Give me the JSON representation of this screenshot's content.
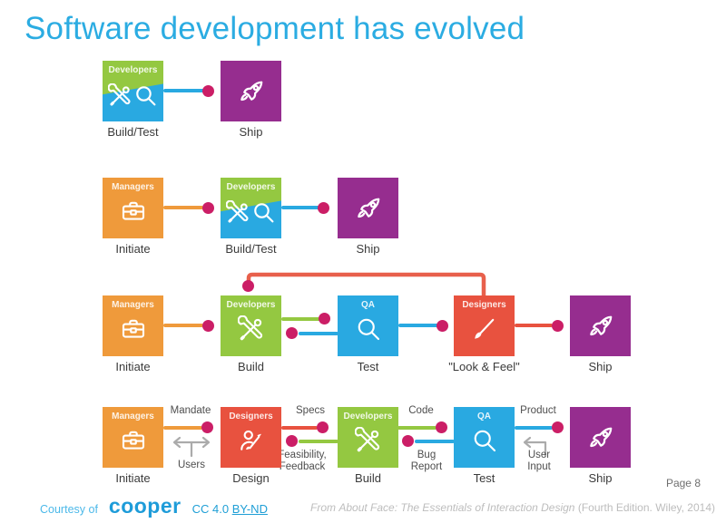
{
  "title": "Software development has evolved",
  "page_label": "Page 8",
  "palette": {
    "title_blue": "#2BACE2",
    "managers_orange": "#EF9A3B",
    "developers_green": "#94C841",
    "qa_blue": "#29A9E1",
    "designers_red": "#E8523F",
    "ship_purple": "#962D8F",
    "connector_dot_pink": "#CB1E66",
    "feedback_line_red": "#E8604C",
    "gray_arrow": "#ABABAB"
  },
  "icon_names": {
    "managers": "briefcase-icon",
    "developers": "crossed-tools-icon",
    "qa": "magnifier-icon",
    "designers_look_feel": "paintbrush-icon",
    "designers_process": "person-with-pen-icon",
    "ship": "rocket-icon",
    "users_exchange": "left-right-arrow-icon",
    "user_input": "return-arrow-icon"
  },
  "rows": [
    {
      "nodes": [
        {
          "role": "Developers",
          "label": "Build/Test"
        },
        {
          "role": "",
          "label": "Ship"
        }
      ]
    },
    {
      "nodes": [
        {
          "role": "Managers",
          "label": "Initiate"
        },
        {
          "role": "Developers",
          "label": "Build/Test"
        },
        {
          "role": "",
          "label": "Ship"
        }
      ]
    },
    {
      "nodes": [
        {
          "role": "Managers",
          "label": "Initiate"
        },
        {
          "role": "Developers",
          "label": "Build"
        },
        {
          "role": "QA",
          "label": "Test"
        },
        {
          "role": "Designers",
          "label": "\"Look & Feel\""
        },
        {
          "role": "",
          "label": "Ship"
        }
      ]
    },
    {
      "nodes": [
        {
          "role": "Managers",
          "label": "Initiate"
        },
        {
          "role": "Designers",
          "label": "Design"
        },
        {
          "role": "Developers",
          "label": "Build"
        },
        {
          "role": "QA",
          "label": "Test"
        },
        {
          "role": "",
          "label": "Ship"
        }
      ],
      "flow_labels": {
        "mandate": "Mandate",
        "users": "Users",
        "specs": "Specs",
        "feasibility": "Feasibility,\nFeedback",
        "code": "Code",
        "bug_report": "Bug\nReport",
        "product": "Product",
        "user_input": "User\nInput"
      }
    }
  ],
  "footer": {
    "courtesy_prefix": "Courtesy of",
    "logo_text": "cooper",
    "license_text": "CC 4.0",
    "license_link": "BY-ND",
    "attribution_prefix": "From",
    "attribution_title": "About Face: The Essentials of Interaction Design",
    "attribution_suffix": "(Fourth Edition. Wiley, 2014)"
  }
}
